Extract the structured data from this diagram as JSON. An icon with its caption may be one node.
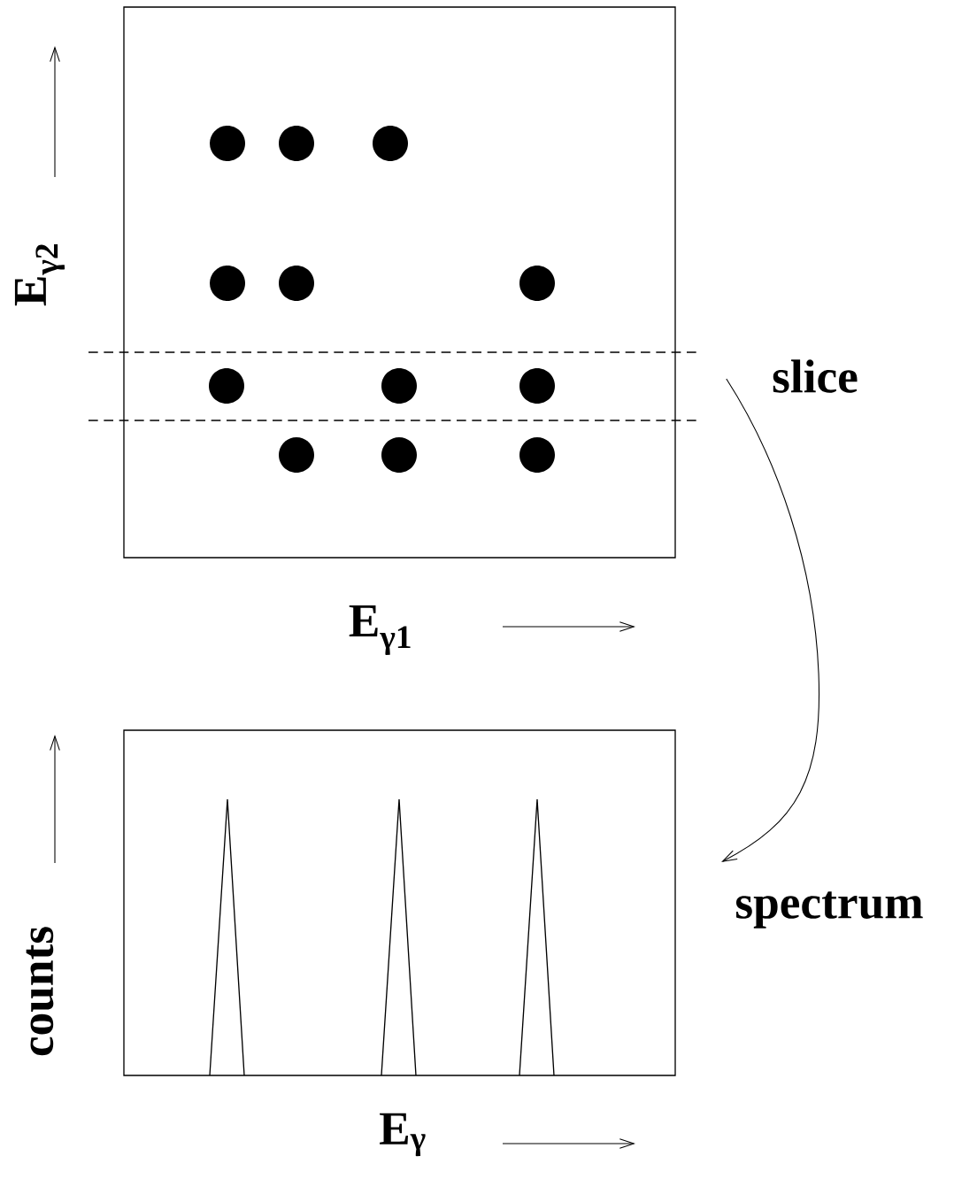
{
  "diagram": {
    "nodes": [
      {
        "text": [],
        "shape": "box"
      },
      {
        "text": [],
        "shape": "box"
      },
      {
        "text": [
          "slice"
        ]
      },
      {
        "text": [
          "spectrum"
        ]
      }
    ],
    "edges": [
      {
        "from": 2,
        "to": 3,
        "arrow": "to"
      }
    ],
    "labels": [
      "E$_{γ2}$",
      "E$_{γ1}$",
      "counts",
      "E$_{γ}$"
    ]
  }
}
